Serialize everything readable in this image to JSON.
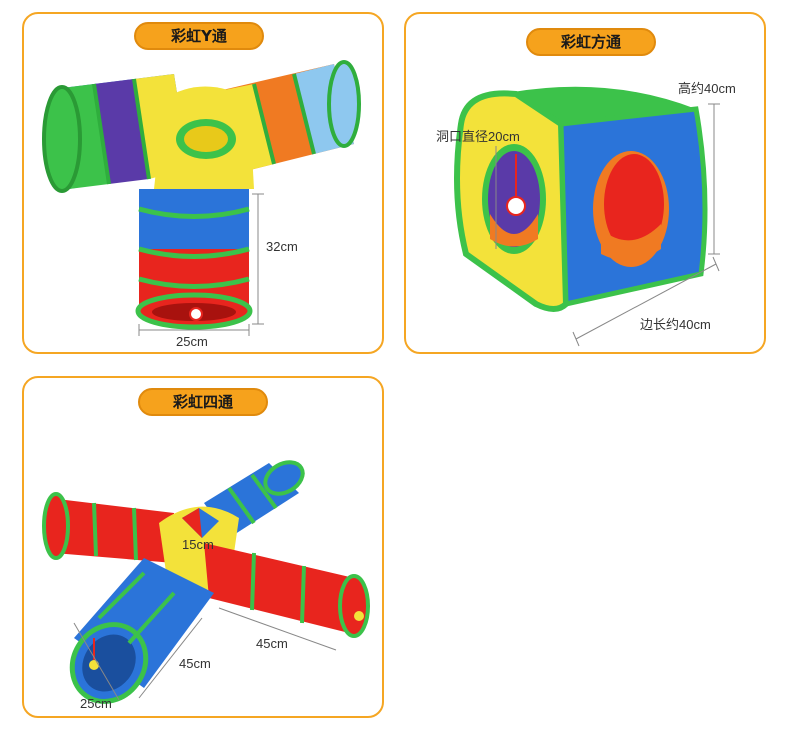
{
  "colors": {
    "border": "#f5a623",
    "pill": "#f6a21c",
    "red": "#e8251e",
    "blue": "#2b74d9",
    "yellow": "#f3e23a",
    "green": "#3cc24a",
    "orange": "#f07a22",
    "purple": "#5a3aa8",
    "lightblue": "#8ec8ef"
  },
  "products": {
    "y_tunnel": {
      "title": "彩虹Y通",
      "height_label": "32cm",
      "width_label": "25cm"
    },
    "cube_tunnel": {
      "title": "彩虹方通",
      "height_label": "高约40cm",
      "hole_label": "洞口直径20cm",
      "side_label": "边长约40cm"
    },
    "cross_tunnel": {
      "title": "彩虹四通",
      "hole_label": "15cm",
      "arm_label_right": "45cm",
      "arm_label_left": "45cm",
      "diameter_label": "25cm"
    }
  }
}
